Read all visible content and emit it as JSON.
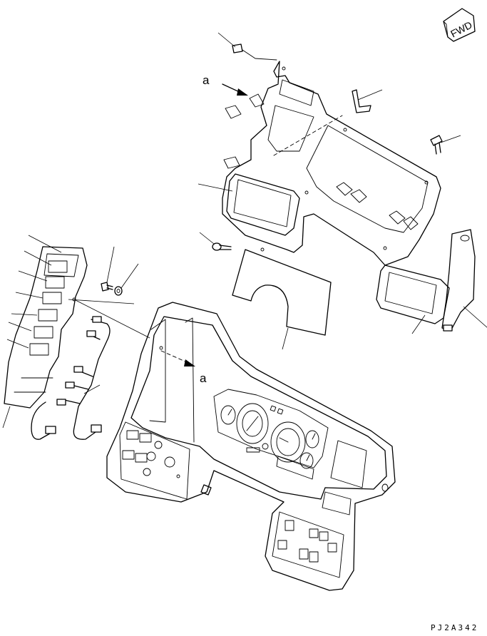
{
  "fwd_marker": {
    "text": "FWD",
    "icon": "fwd-arrow-icon"
  },
  "labels": {
    "view_a_top": "a",
    "view_a_bottom": "a"
  },
  "drawing_code": "PJ2A342"
}
